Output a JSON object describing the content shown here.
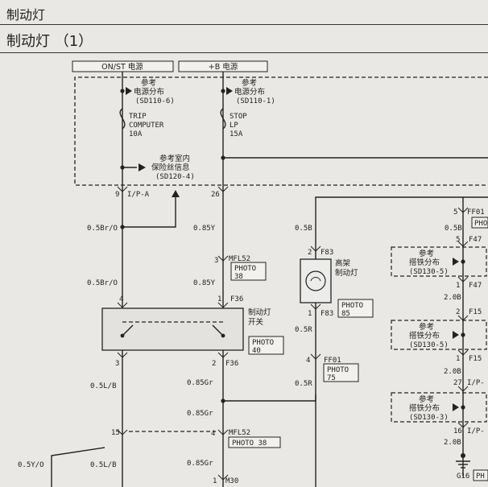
{
  "page_title": "制动灯",
  "section_title": "制动灯 （1）",
  "power_labels": {
    "on_st": "ON/ST 电源",
    "plus_b": "+B 电源"
  },
  "refs": {
    "power_dist_1_line1": "参考",
    "power_dist_1_line2": "电源分布",
    "power_dist_1_code": "(SD110-6)",
    "power_dist_2_line1": "参考",
    "power_dist_2_line2": "电源分布",
    "power_dist_2_code": "(SD110-1)",
    "fuse_info_line1": "参考室内",
    "fuse_info_line2": "保险丝信息",
    "fuse_info_code": "(SD120-4)"
  },
  "fuses": {
    "trip_l1": "TRIP",
    "trip_l2": "COMPUTER",
    "trip_l3": "10A",
    "stop_l1": "STOP",
    "stop_l2": "LP",
    "stop_l3": "15A"
  },
  "pins": {
    "p9": "9",
    "ip_a": "I/P-A",
    "p26": "26",
    "p3_mfl": "3",
    "mfl52_a": "MFL52",
    "p4": "4",
    "p1_f36": "1",
    "f36_a": "F36",
    "p3_b": "3",
    "p2_f36": "2",
    "f36_b": "F36",
    "p15": "15",
    "p4_mfl": "4",
    "mfl52_b": "MFL52",
    "p1_m30": "1",
    "m30": "M30",
    "p2_f83": "2",
    "f83_a": "F83",
    "p1_f83": "1",
    "f83_b": "F83",
    "p4_ff01": "4",
    "ff01_a": "FF01",
    "p5_ff01": "5",
    "ff01_b": "FF01",
    "p5_f47": "5",
    "f47_a": "F47",
    "p1_f47": "1",
    "f47_b": "F47",
    "p2_f15": "2",
    "f15_a": "F15",
    "p1_f15": "1",
    "f15_b": "F15",
    "p27": "27",
    "ip_b": "I/P-",
    "p16": "16",
    "ip_c": "I/P-",
    "g16": "G16"
  },
  "wires": {
    "w_05br_o_1": "0.5Br/O",
    "w_085y_1": "0.85Y",
    "w_05br_o_2": "0.5Br/O",
    "w_085y_2": "0.85Y",
    "w_05b_1": "0.5B",
    "w_05r_1": "0.5R",
    "w_05r_2": "0.5R",
    "w_05l_b_1": "0.5L/B",
    "w_085gr_1": "0.85Gr",
    "w_085gr_2": "0.85Gr",
    "w_05y_o": "0.5Y/O",
    "w_05l_b_2": "0.5L/B",
    "w_085gr_3": "0.85Gr",
    "w_05b_2": "0.5B",
    "w_20b_1": "2.0B",
    "w_20b_2": "2.0B",
    "w_20b_3": "2.0B"
  },
  "photos": {
    "photo38_a_l1": "PHOTO",
    "photo38_a_l2": "38",
    "photo40_l1": "PHOTO",
    "photo40_l2": "40",
    "photo85_l1": "PHOTO",
    "photo85_l2": "85",
    "photo75_l1": "PHOTO",
    "photo75_l2": "75",
    "photo38_b": "PHOTO 38",
    "pho_partial": "PHO",
    "ph_partial": "PH"
  },
  "components": {
    "brake_switch_l1": "制动灯",
    "brake_switch_l2": "开关",
    "high_mount_l1": "高架",
    "high_mount_l2": "制动灯"
  },
  "ground_refs": [
    {
      "l1": "参考",
      "l2": "搭铁分布",
      "code": "(SD130-5)"
    },
    {
      "l1": "参考",
      "l2": "搭铁分布",
      "code": "(SD130-5)"
    },
    {
      "l1": "参考",
      "l2": "搭铁分布",
      "code": "(SD130-3)"
    }
  ]
}
